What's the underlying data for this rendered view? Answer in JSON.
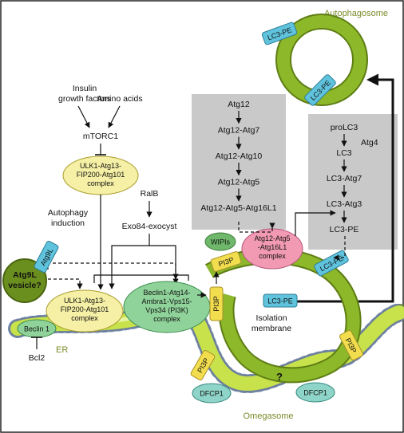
{
  "colors": {
    "green_main": "#8cb82a",
    "green_dark": "#5e7d14",
    "er_light": "#d8ec7a",
    "grey_panel": "#c9c9c9",
    "lc3_blue": "#5fc3dd",
    "pi3p_yellow": "#f2dd4e",
    "ulk_yellow": "#f5f0a5",
    "beclin_green": "#8fd39a",
    "wipi_green": "#6fb86b",
    "pink": "#f29ab4",
    "dfcp_teal": "#8fd4c8",
    "label_olive": "#7a8c2a"
  },
  "labels": {
    "autophagosome": "Autophagosome",
    "lc3pe": "LC3-PE",
    "insulin_1": "Insulin",
    "insulin_2": "growth factors",
    "amino": "Amino acids",
    "mtorc1": "mTORC1",
    "ulk_top_1": "ULK1-Atg13-",
    "ulk_top_2": "FIP200-Atg101",
    "ulk_top_3": "complex",
    "ralb": "RalB",
    "exo84": "Exo84-exocyst",
    "autophagy_1": "Autophagy",
    "autophagy_2": "induction",
    "atg9l": "Atg9L",
    "atg9l_ves_1": "Atg9L",
    "atg9l_ves_2": "vesicle?",
    "ulk_bot_1": "ULK1-Atg13-",
    "ulk_bot_2": "FIP200-Atg101",
    "ulk_bot_3": "complex",
    "beclin_c_1": "Beclin1-Atg14-",
    "beclin_c_2": "Ambra1-Vps15-",
    "beclin_c_3": "Vps34 (PI3K)",
    "beclin_c_4": "complex",
    "beclin1": "Beclin 1",
    "bcl2": "Bcl2",
    "er": "ER",
    "pi3p": "PI3P",
    "wipis": "WIPIs",
    "atg12_c_1": "Atg12-Atg5",
    "atg12_c_2": "-Atg16L1",
    "atg12_c_3": "complex",
    "isolation_1": "Isolation",
    "isolation_2": "membrane",
    "dfcp1": "DFCP1",
    "question": "?",
    "omegasome": "Omegasome",
    "atg4": "Atg4",
    "atg12_steps": [
      "Atg12",
      "Atg12-Atg7",
      "Atg12-Atg10",
      "Atg12-Atg5",
      "Atg12-Atg5-Atg16L1"
    ],
    "lc3_steps": [
      "proLC3",
      "LC3",
      "LC3-Atg7",
      "LC3-Atg3",
      "LC3-PE"
    ]
  }
}
